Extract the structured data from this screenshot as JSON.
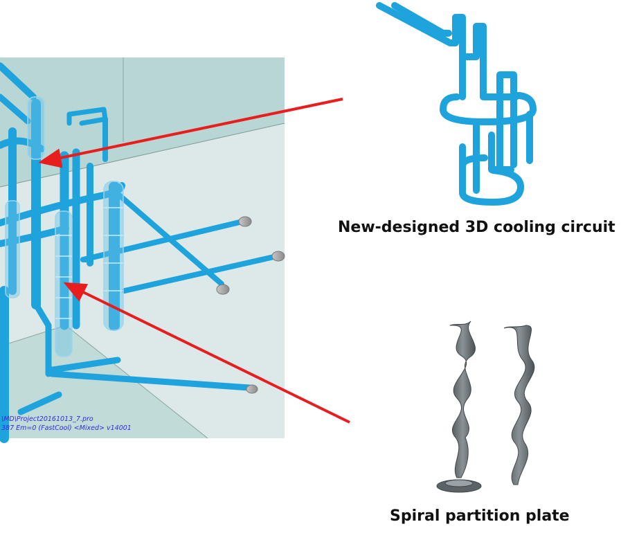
{
  "viewport": {
    "path_text": "\\MD\\Project20161013_7.pro",
    "status_text": "387 Em=0 (FastCool) <Mixed> v14001"
  },
  "captions": {
    "circuit": "New-designed 3D cooling circuit",
    "spiral": "Spiral partition plate"
  },
  "colors": {
    "pipe": "#1ea3dc",
    "arrow": "#e81e1e",
    "viewport_back": "#b9d8d6",
    "viewport_floor": "#d6e6e4",
    "plate": "#6f767a"
  }
}
